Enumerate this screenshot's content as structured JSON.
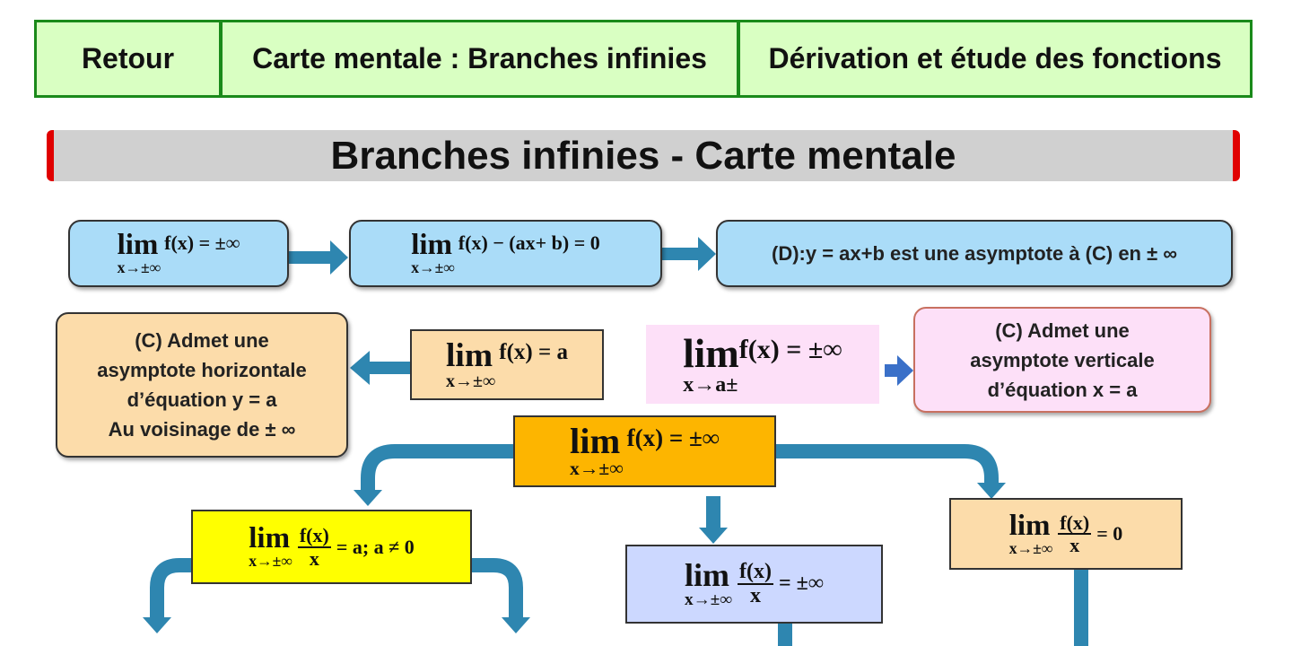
{
  "nav": {
    "back": "Retour",
    "mindmap": "Carte mentale : Branches infinies",
    "derivation": "Dérivation et étude des fonctions"
  },
  "page_title": "Branches infinies - Carte mentale",
  "colors": {
    "nav_bg": "#d9ffc2",
    "nav_border": "#1a8a1a",
    "title_bg": "#d0d0d0",
    "accent": "#e00000",
    "arrow": "#2e86b0"
  },
  "map": {
    "b1": {
      "lim": "lim",
      "sub": "x→±∞",
      "expr": "f(x) = ±∞"
    },
    "b2": {
      "lim": "lim",
      "sub": "x→±∞",
      "expr": "f(x) − (ax+ b) = 0"
    },
    "b3": {
      "text": "(D):y = ax+b est une asymptote à (C) en ± ∞"
    },
    "b4": {
      "line1": "(C) Admet une",
      "line2": "asymptote horizontale",
      "line3": "d’équation  y = a",
      "line4": "Au voisinage de ± ∞"
    },
    "b5": {
      "lim": "lim",
      "sub": "x→±∞",
      "expr": "f(x) = a"
    },
    "b6": {
      "lim": "lim",
      "sub": "x→a±",
      "expr": "f(x) = ±∞"
    },
    "b7": {
      "line1": "(C) Admet une",
      "line2": "asymptote verticale",
      "line3": "d’équation  x = a"
    },
    "b8": {
      "lim": "lim",
      "sub": "x→±∞",
      "expr": "f(x) = ±∞"
    },
    "b9": {
      "lim": "lim",
      "sub": "x→±∞",
      "num": "f(x)",
      "den": "x",
      "expr": "= a; a ≠ 0"
    },
    "b10": {
      "lim": "lim",
      "sub": "x→±∞",
      "num": "f(x)",
      "den": "x",
      "expr": "= ±∞"
    },
    "b11": {
      "lim": "lim",
      "sub": "x→±∞",
      "num": "f(x)",
      "den": "x",
      "expr": "= 0"
    }
  }
}
